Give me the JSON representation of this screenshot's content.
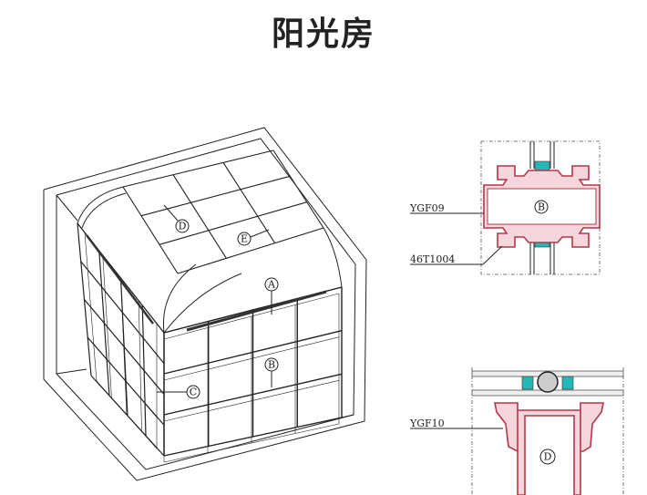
{
  "title": "阳光房",
  "main_drawing": {
    "labels": [
      "A",
      "B",
      "C",
      "D",
      "E"
    ]
  },
  "detail_top": {
    "profile_label": "YGF09",
    "seal_label": "46T1004",
    "section_mark": "B"
  },
  "detail_bottom": {
    "profile_label": "YGF10",
    "section_mark": "D"
  },
  "colors": {
    "profile": "#b2374a",
    "profile_fill": "#f4d6dc",
    "gasket": "#27b7b7",
    "line": "#222222"
  }
}
